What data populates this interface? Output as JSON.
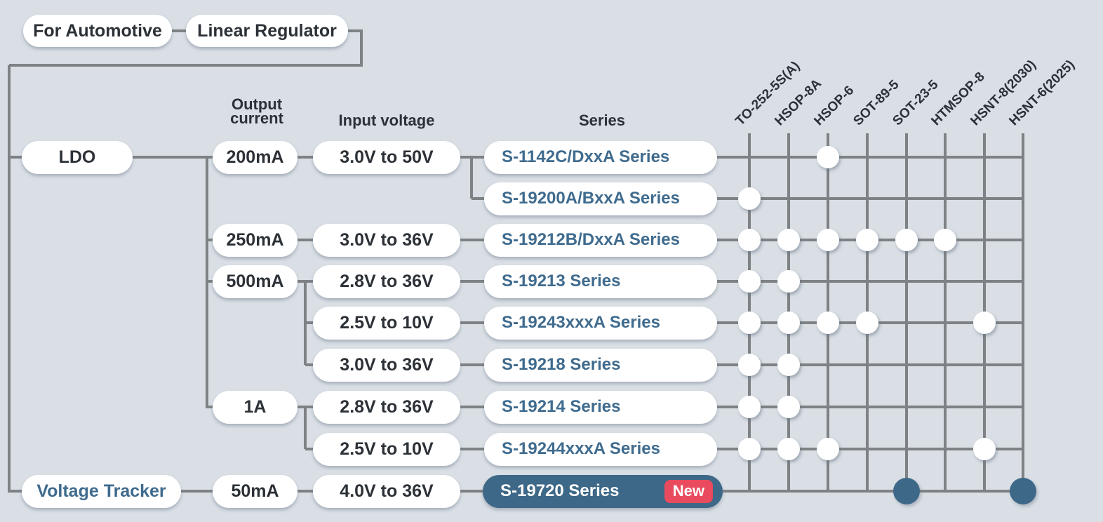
{
  "colors": {
    "background": "#d9dfe5",
    "connector_line": "#7f8285",
    "pill_background": "#ffffff",
    "text_dark": "#2c3137",
    "accent_blue": "#3f6b8e",
    "highlight_pill": "#3e6887",
    "badge_red": "#e94a5e",
    "badge_text": "#ffffff"
  },
  "root_nodes": {
    "for_automotive": "For Automotive",
    "linear_regulator": "Linear Regulator"
  },
  "headers": {
    "output_current_line1": "Output",
    "output_current_line2": "current",
    "input_voltage": "Input voltage",
    "series": "Series"
  },
  "packages": [
    "TO-252-5S(A)",
    "HSOP-8A",
    "HSOP-6",
    "SOT-89-5",
    "SOT-23-5",
    "HTMSOP-8",
    "HSNT-8(2030)",
    "HSNT-6(2025)"
  ],
  "rows": [
    {
      "category": "LDO",
      "category_style": "dark",
      "output_current": "200mA",
      "input_voltage": "3.0V to 50V",
      "series": "S-1142C/DxxA Series",
      "highlight": false,
      "badge": "",
      "packages": [
        "HSOP-6"
      ]
    },
    {
      "series": "S-19200A/BxxA Series",
      "highlight": false,
      "badge": "",
      "packages": [
        "TO-252-5S(A)"
      ]
    },
    {
      "output_current": "250mA",
      "input_voltage": "3.0V to 36V",
      "series": "S-19212B/DxxA Series",
      "highlight": false,
      "badge": "",
      "packages": [
        "TO-252-5S(A)",
        "HSOP-8A",
        "HSOP-6",
        "SOT-89-5",
        "SOT-23-5",
        "HTMSOP-8"
      ]
    },
    {
      "output_current": "500mA",
      "input_voltage": "2.8V to 36V",
      "series": "S-19213 Series",
      "highlight": false,
      "badge": "",
      "packages": [
        "TO-252-5S(A)",
        "HSOP-8A"
      ]
    },
    {
      "input_voltage": "2.5V to 10V",
      "series": "S-19243xxxA Series",
      "highlight": false,
      "badge": "",
      "packages": [
        "TO-252-5S(A)",
        "HSOP-8A",
        "HSOP-6",
        "SOT-89-5",
        "HSNT-8(2030)"
      ]
    },
    {
      "input_voltage": "3.0V to 36V",
      "series": "S-19218 Series",
      "highlight": false,
      "badge": "",
      "packages": [
        "TO-252-5S(A)",
        "HSOP-8A"
      ]
    },
    {
      "output_current": "1A",
      "input_voltage": "2.8V to 36V",
      "series": "S-19214 Series",
      "highlight": false,
      "badge": "",
      "packages": [
        "TO-252-5S(A)",
        "HSOP-8A"
      ]
    },
    {
      "input_voltage": "2.5V to 10V",
      "series": "S-19244xxxA Series",
      "highlight": false,
      "badge": "",
      "packages": [
        "TO-252-5S(A)",
        "HSOP-8A",
        "HSOP-6",
        "HSNT-8(2030)"
      ]
    },
    {
      "category": "Voltage Tracker",
      "category_style": "blue",
      "output_current": "50mA",
      "input_voltage": "4.0V to 36V",
      "series": "S-19720 Series",
      "highlight": true,
      "badge": "New",
      "packages": [
        "SOT-23-5",
        "HSNT-6(2025)"
      ]
    }
  ]
}
